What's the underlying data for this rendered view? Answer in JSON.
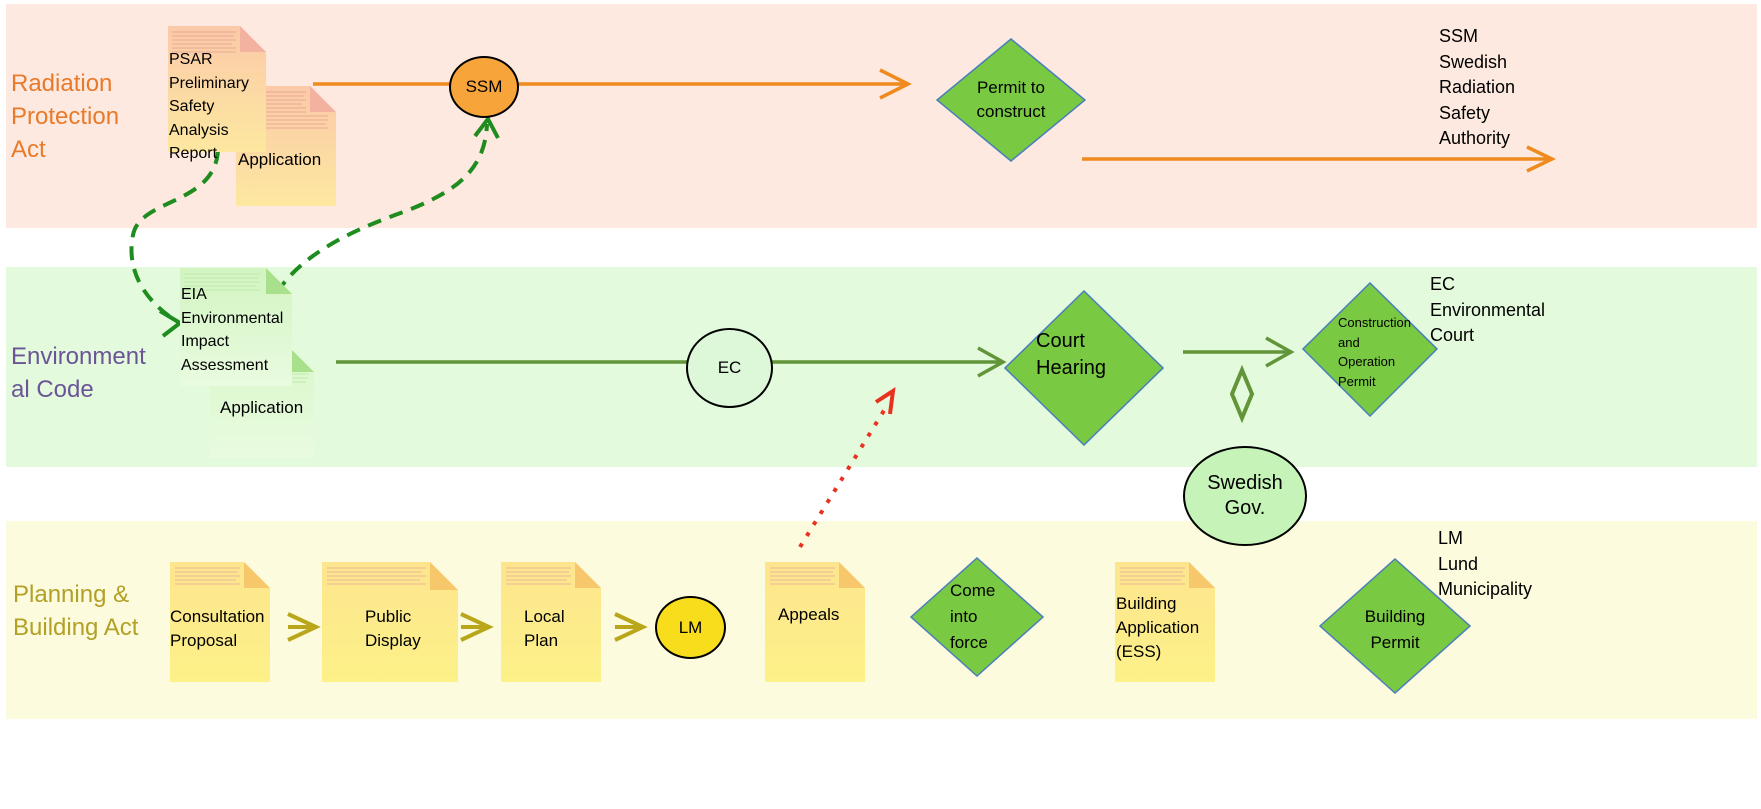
{
  "bands": {
    "radiation": {
      "title": "Radiation\nProtection\nAct",
      "legend": "SSM\nSwedish\nRadiation\nSafety\nAuthority"
    },
    "environmental": {
      "title": "Environment\nal Code",
      "legend": "EC\nEnvironmental\nCourt"
    },
    "planning": {
      "title": "Planning &\nBuilding Act",
      "legend": "LM\nLund\nMunicipality"
    }
  },
  "documents": {
    "psar": "PSAR\n   Preliminary\n   Safety\n   Analysis\n   Report",
    "rad_application": "Application",
    "eia": "EIA\nEnvironmental\nImpact\nAssessment",
    "env_application": "Application",
    "consultation": "Consultation\nProposal",
    "public_display": "Public\nDisplay",
    "local_plan": "Local\nPlan",
    "appeals": "Appeals",
    "building_application": "Building\nApplication\n(ESS)"
  },
  "nodes": {
    "ssm": "SSM",
    "ec": "EC",
    "lm": "LM",
    "swedish_gov": "Swedish\nGov."
  },
  "decisions": {
    "permit_to_construct": "Permit to\nconstruct",
    "court_hearing": "Court\nHearing",
    "construction_permit": "Construction\nand\nOperation\nPermit",
    "come_into_force": "Come\ninto\nforce",
    "building_permit": "Building\nPermit"
  },
  "colors": {
    "orange": "#ee8a1e",
    "dark_green": "#62943a",
    "olive": "#b9a61a",
    "dashed_green": "#1f8c1f",
    "appeal_red": "#e8321f",
    "diamond_fill": "#7ac943",
    "diamond_border": "#4a7ebb",
    "ssm_fill": "#f7a43b",
    "ec_fill": "#ddf8d8",
    "lm_fill": "#f7dd1c",
    "gov_fill": "#c6f3b8"
  }
}
